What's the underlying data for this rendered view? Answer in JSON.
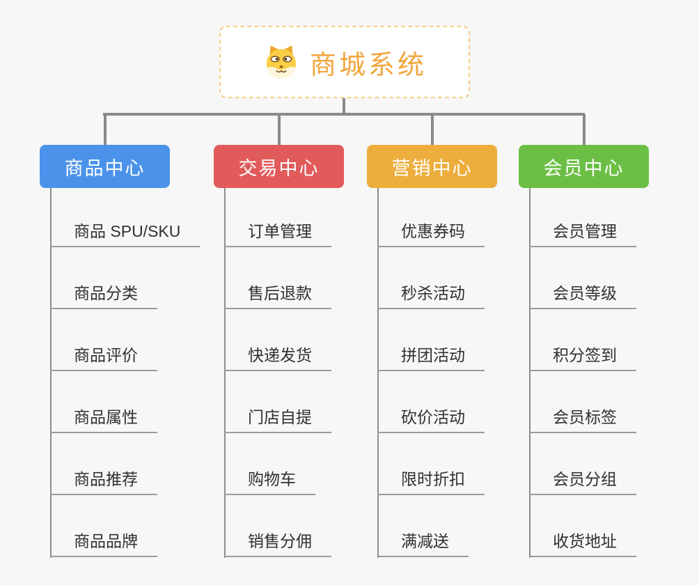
{
  "root": {
    "title": "商城系统",
    "icon": "dog-icon",
    "accent_color": "#F2A63D",
    "border_color": "#F6CC8A"
  },
  "connector_color": "#8A8A8A",
  "background_color": "#F7F7F7",
  "branches": [
    {
      "label": "商品中心",
      "color": "#4B93EA",
      "children": [
        "商品 SPU/SKU",
        "商品分类",
        "商品评价",
        "商品属性",
        "商品推荐",
        "商品品牌"
      ]
    },
    {
      "label": "交易中心",
      "color": "#E25B5B",
      "children": [
        "订单管理",
        "售后退款",
        "快递发货",
        "门店自提",
        "购物车",
        "销售分佣"
      ]
    },
    {
      "label": "营销中心",
      "color": "#EDAE3D",
      "children": [
        "优惠券码",
        "秒杀活动",
        "拼团活动",
        "砍价活动",
        "限时折扣",
        "满减送"
      ]
    },
    {
      "label": "会员中心",
      "color": "#6CBF45",
      "children": [
        "会员管理",
        "会员等级",
        "积分签到",
        "会员标签",
        "会员分组",
        "收货地址"
      ]
    }
  ]
}
